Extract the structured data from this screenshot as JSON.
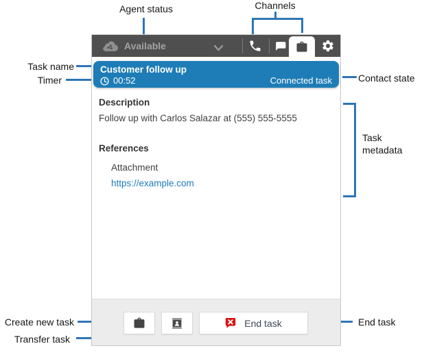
{
  "annotations": {
    "agent_status": {
      "label": "Agent status"
    },
    "channels": {
      "label": "Channels"
    },
    "task_name": {
      "label": "Task name"
    },
    "timer": {
      "label": "Timer"
    },
    "contact_state": {
      "label": "Contact state"
    },
    "task_metadata": {
      "label": "Task\nmetadata"
    },
    "create_new_task": {
      "label": "Create new task"
    },
    "transfer_task": {
      "label": "Transfer task"
    },
    "end_task": {
      "label": "End task"
    }
  },
  "ccp": {
    "topbar": {
      "status": "Available",
      "icons": [
        "cloud-network-icon",
        "chevron-down-icon",
        "phone-icon",
        "chat-icon",
        "briefcase-icon",
        "gear-icon"
      ],
      "active_channel": "tasks"
    },
    "task_header": {
      "title": "Customer follow up",
      "timer": "00:52",
      "contact_state": "Connected task"
    },
    "body": {
      "description_heading": "Description",
      "description": "Follow up with Carlos Salazar at (555) 555-5555",
      "references_heading": "References",
      "attachment_label": "Attachment",
      "attachment_url": "https://example.com"
    },
    "footer": {
      "create_task_icon": "briefcase-icon",
      "transfer_task_icon": "transfer-contact-icon",
      "end_task_icon": "end-task-bubble-icon",
      "end_task_label": "End task"
    },
    "colors": {
      "topbar_bg": "#4f4f4f",
      "task_header_bg": "#1e7db6",
      "annotation_blue": "#2e75b6",
      "link_blue": "#1d7cbc",
      "end_task_red": "#d21616",
      "footer_bg": "#ececec"
    }
  }
}
